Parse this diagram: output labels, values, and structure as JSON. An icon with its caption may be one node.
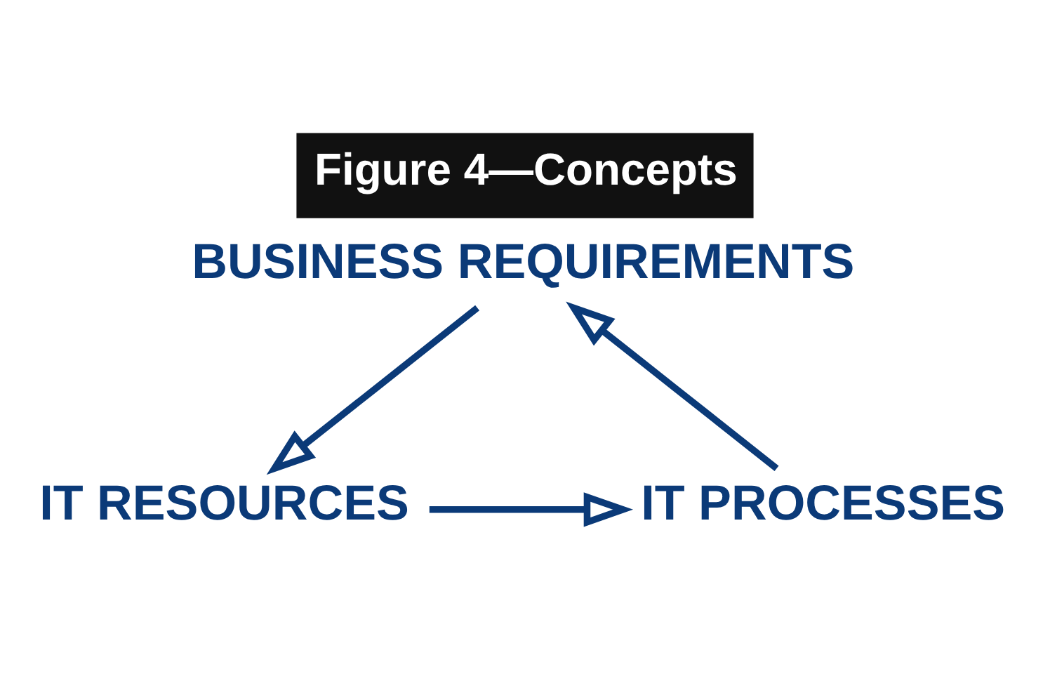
{
  "diagram": {
    "title": "Figure 4—Concepts",
    "nodes": [
      {
        "text": [
          "BUSINESS REQUIREMENTS"
        ]
      },
      {
        "text": [
          "IT RESOURCES"
        ]
      },
      {
        "text": [
          "IT PROCESSES"
        ]
      }
    ],
    "edges": [
      {
        "from": 0,
        "to": 1,
        "arrow": "to"
      },
      {
        "from": 1,
        "to": 2,
        "arrow": "to"
      },
      {
        "from": 2,
        "to": 0,
        "arrow": "to"
      }
    ]
  }
}
